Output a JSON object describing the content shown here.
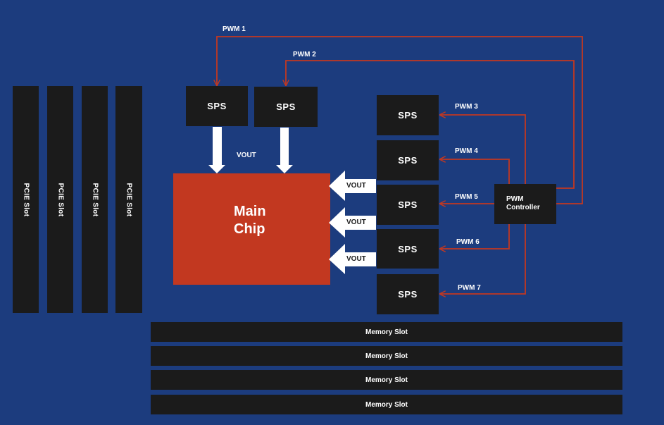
{
  "colors": {
    "background": "#1c3c7e",
    "block": "#1b1b1b",
    "main_chip": "#c23820",
    "pwm_line": "#c23820",
    "arrow": "#ffffff"
  },
  "pcie_slots": [
    "PCIE  Slot",
    "PCIE  Slot",
    "PCIE  Slot",
    "PCIE  Slot"
  ],
  "sps_top": [
    "SPS",
    "SPS"
  ],
  "sps_right": [
    "SPS",
    "SPS",
    "SPS",
    "SPS",
    "SPS"
  ],
  "main_chip": {
    "label": "Main\nChip"
  },
  "pwm_controller": {
    "label": "PWM\nController"
  },
  "vout_labels": [
    "VOUT",
    "VOUT",
    "VOUT",
    "VOUT"
  ],
  "pwm_labels": [
    "PWM  1",
    "PWM  2",
    "PWM  3",
    "PWM  4",
    "PWM  5",
    "PWM  6",
    "PWM  7"
  ],
  "memory_slots": [
    "Memory Slot",
    "Memory Slot",
    "Memory Slot",
    "Memory Slot"
  ]
}
